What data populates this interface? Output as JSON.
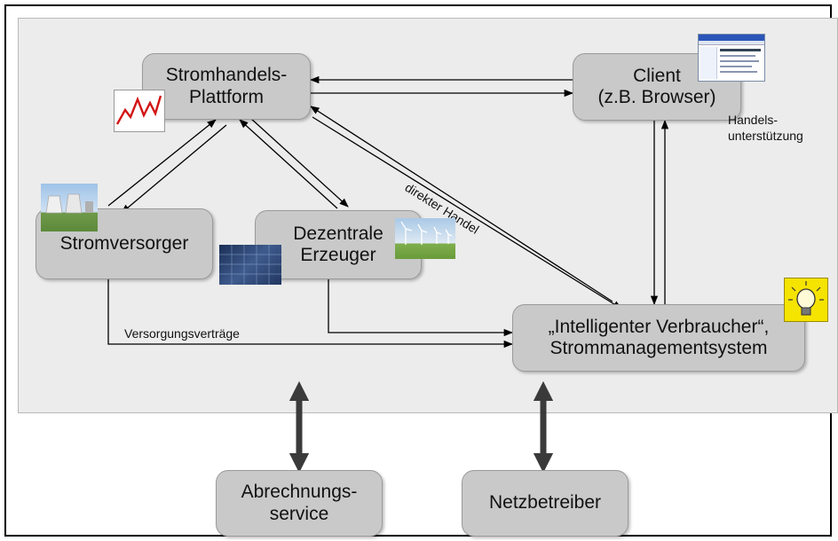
{
  "nodes": {
    "plattform": "Stromhandels-\nPlattform",
    "client": "Client\n(z.B. Browser)",
    "versorger": "Stromversorger",
    "erzeuger": "Dezentrale\nErzeuger",
    "verbraucher": "„Intelligenter Verbraucher“,\nStrommanagementsystem",
    "abrechnung": "Abrechnungs-\nservice",
    "netz": "Netzbetreiber"
  },
  "labels": {
    "handelsunterstuetzung": "Handels-\nunterstützung",
    "direkter_handel": "direkter Handel",
    "versorgungsvertraege": "Versorgungsverträge"
  },
  "colors": {
    "node_fill": "#c9c9c9",
    "panel_fill": "#ececec",
    "arrow": "#000000",
    "thick_arrow": "#3a3a3a"
  },
  "icons": [
    "price-chart-icon",
    "power-plant-icon",
    "solar-panel-icon",
    "wind-turbine-icon",
    "browser-window-icon",
    "lightbulb-icon"
  ]
}
